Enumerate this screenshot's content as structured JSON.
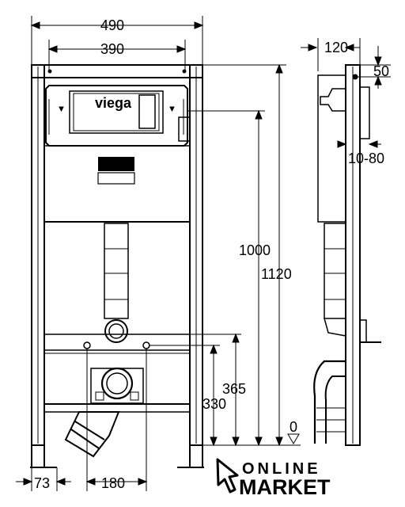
{
  "dimensions": {
    "total_width": "490",
    "inner_width": "390",
    "depth": "120",
    "top_offset": "50",
    "wall_range": "10-80",
    "height_1000": "1000",
    "height_1120": "1120",
    "height_365": "365",
    "height_330": "330",
    "ground": "0",
    "foot_offset": "73",
    "drain_spacing": "180"
  },
  "labels": {
    "brand_panel": "viega",
    "brand_plate": "viega"
  },
  "watermark": {
    "line1": "ONLINE",
    "line2": "MARKET"
  },
  "colors": {
    "ink": "#000000",
    "paper": "#ffffff"
  }
}
